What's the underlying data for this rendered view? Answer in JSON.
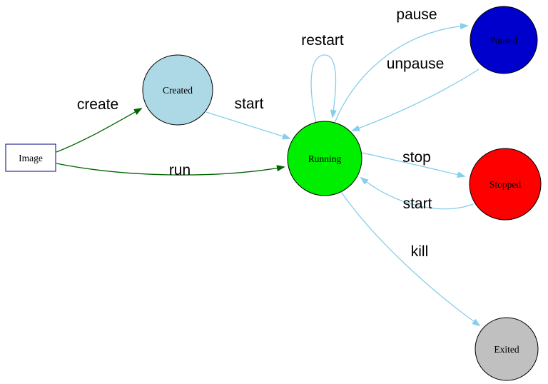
{
  "diagram": {
    "background": "#ffffff",
    "text_color": "#000000",
    "nodes": [
      {
        "id": "image",
        "label": "Image",
        "shape": "box",
        "fill": "#ffffff",
        "stroke": "#000080"
      },
      {
        "id": "created",
        "label": "Created",
        "shape": "circle",
        "fill": "#add8e6",
        "stroke": "#000000"
      },
      {
        "id": "running",
        "label": "Running",
        "shape": "circle",
        "fill": "#00ee00",
        "stroke": "#000000"
      },
      {
        "id": "paused",
        "label": "Paused",
        "shape": "circle",
        "fill": "#0000cd",
        "stroke": "#000000"
      },
      {
        "id": "stopped",
        "label": "Stopped",
        "shape": "circle",
        "fill": "#ff0000",
        "stroke": "#000000"
      },
      {
        "id": "exited",
        "label": "Exited",
        "shape": "circle",
        "fill": "#c0c0c0",
        "stroke": "#000000"
      }
    ],
    "edges": [
      {
        "from": "image",
        "to": "created",
        "label": "create",
        "color": "#006400"
      },
      {
        "from": "image",
        "to": "running",
        "label": "run",
        "color": "#006400"
      },
      {
        "from": "created",
        "to": "running",
        "label": "start",
        "color": "#87ceeb"
      },
      {
        "from": "running",
        "to": "running",
        "label": "restart",
        "color": "#87ceeb"
      },
      {
        "from": "running",
        "to": "paused",
        "label": "pause",
        "color": "#87ceeb"
      },
      {
        "from": "paused",
        "to": "running",
        "label": "unpause",
        "color": "#87ceeb"
      },
      {
        "from": "running",
        "to": "stopped",
        "label": "stop",
        "color": "#87ceeb"
      },
      {
        "from": "stopped",
        "to": "running",
        "label": "start",
        "color": "#87ceeb"
      },
      {
        "from": "running",
        "to": "exited",
        "label": "kill",
        "color": "#87ceeb"
      }
    ]
  }
}
